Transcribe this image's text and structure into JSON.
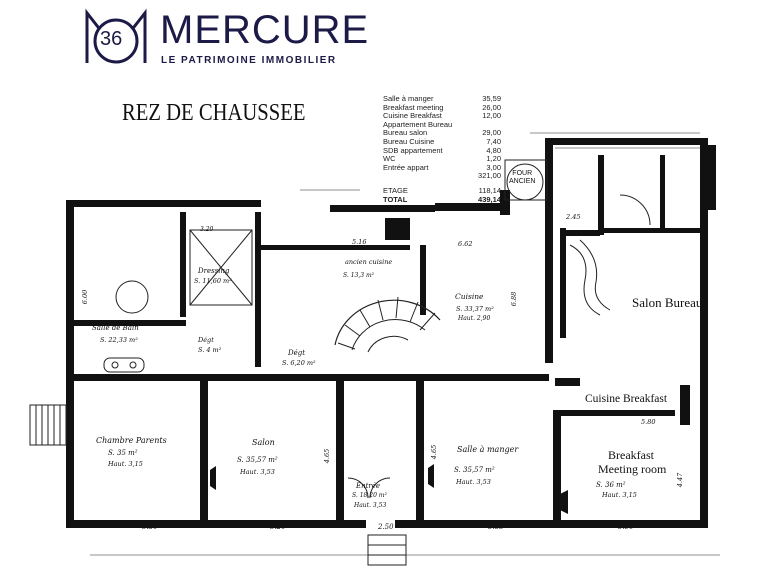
{
  "header": {
    "logo_text": "36",
    "brand": "MERCURE",
    "tagline": "LE PATRIMOINE IMMOBILIER"
  },
  "plan": {
    "title": "REZ DE CHAUSSEE",
    "areas": [
      {
        "label": "Salle à manger",
        "value": "35,59"
      },
      {
        "label": "Breakfast meeting",
        "value": "26,00"
      },
      {
        "label": "Cuisine Breakfast",
        "value": "12,00"
      },
      {
        "label": "Appartement Bureau",
        "value": ""
      },
      {
        "label": "Bureau salon",
        "value": "29,00"
      },
      {
        "label": "Bureau Cuisine",
        "value": "7,40"
      },
      {
        "label": "SDB appartement",
        "value": "4,80"
      },
      {
        "label": "WC",
        "value": "1,20"
      },
      {
        "label": "Entrée appart",
        "value": "3,00"
      }
    ],
    "subtotal": "321,00",
    "etage": {
      "label": "ETAGE",
      "value": "118,14"
    },
    "total": {
      "label": "TOTAL",
      "value": "439,14"
    },
    "rooms": {
      "four": "FOUR\nANCIEN",
      "salon_bureau": "Salon Bureau",
      "cuisine_breakfast": "Cuisine Breakfast",
      "breakfast": "Breakfast",
      "meeting_room": "Meeting room",
      "breakfast_area": "S. 36 m²",
      "breakfast_haut": "Haut. 3,15",
      "chambre": "Chambre Parents",
      "chambre_area": "S. 35 m²",
      "chambre_haut": "Haut. 3,15",
      "salon": "Salon",
      "salon_area": "S. 35,57 m²",
      "salon_haut": "Haut. 3,53",
      "salle_manger": "Salle à manger",
      "salle_area": "S. 35,57 m²",
      "salle_haut": "Haut. 3,53",
      "cuisine": "Cuisine",
      "cuisine_area": "S. 33,37 m²",
      "cuisine_haut": "Haut. 2,90",
      "ancienne_cuisine": "ancien cuisine",
      "ancienne_cuisine_area": "S. 13,3 m²",
      "bain": "Salle de Bain",
      "bain_area": "S. 22,33 m²",
      "dressing": "Dressing",
      "dressing_area": "S. 11,60 m²",
      "degt": "Dégt",
      "degt_area": "S. 6,20 m²",
      "entree": "Entrée",
      "entree_area": "S. 18,20 m²",
      "entree_haut": "Haut. 3,53",
      "hall": "Dégt",
      "hall_area": "S. 4 m²"
    },
    "dims": {
      "d1": "5.30",
      "d2": "5.20",
      "d3": "2.50",
      "d4": "5.85",
      "d5": "5.90",
      "d6": "6.62",
      "d7": "5.16",
      "d8": "6.88",
      "d9": "4.65",
      "d10": "4.65",
      "d11": "4.47",
      "d12": "6.00",
      "d13": "5.80",
      "d14": "2.45",
      "d15": "3.20"
    }
  }
}
